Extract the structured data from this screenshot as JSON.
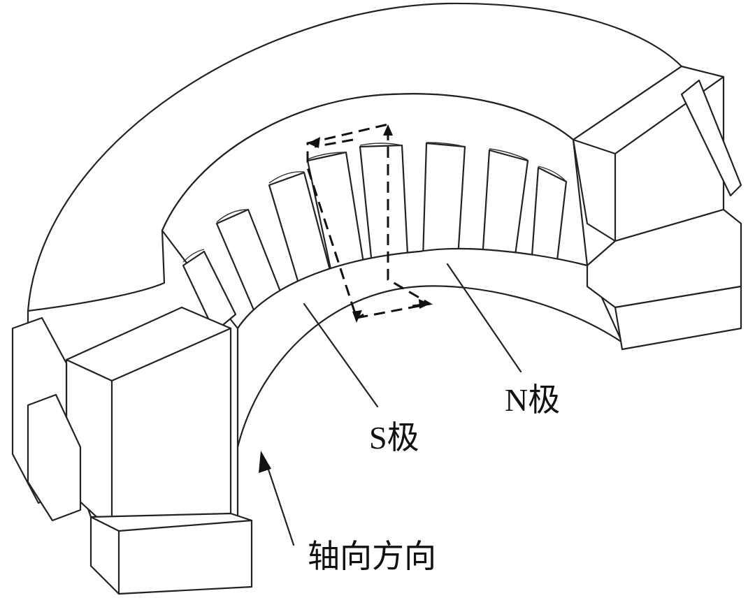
{
  "labels": {
    "n_pole": "N极",
    "s_pole": "S极",
    "axial_direction": "轴向方向"
  },
  "colors": {
    "line": "#222222",
    "background": "#ffffff"
  }
}
